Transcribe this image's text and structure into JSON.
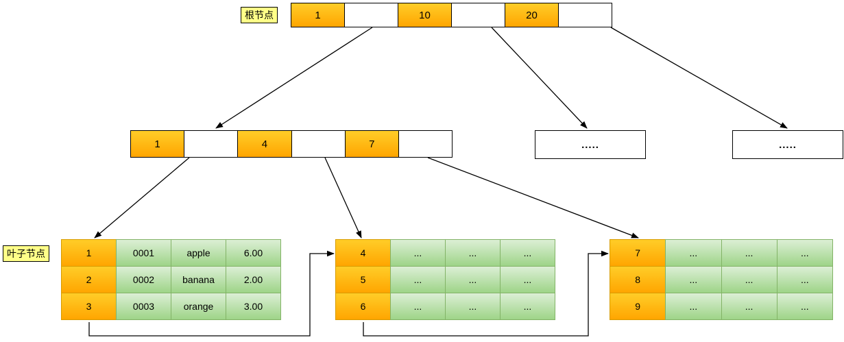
{
  "diagram": {
    "title_hint": "B+ tree index structure",
    "root_label": "根节点",
    "leaf_label": "叶子节点",
    "root_node": {
      "cells": [
        "1",
        "",
        "10",
        "",
        "20",
        ""
      ]
    },
    "internal_node": {
      "cells": [
        "1",
        "",
        "4",
        "",
        "7",
        ""
      ]
    },
    "collapsed_node_1": {
      "text": "....."
    },
    "collapsed_node_2": {
      "text": "....."
    },
    "leaf_tables": [
      {
        "rows": [
          [
            "1",
            "0001",
            "apple",
            "6.00"
          ],
          [
            "2",
            "0002",
            "banana",
            "2.00"
          ],
          [
            "3",
            "0003",
            "orange",
            "3.00"
          ]
        ]
      },
      {
        "rows": [
          [
            "4",
            "...",
            "...",
            "..."
          ],
          [
            "5",
            "...",
            "...",
            "..."
          ],
          [
            "6",
            "...",
            "...",
            "..."
          ]
        ]
      },
      {
        "rows": [
          [
            "7",
            "...",
            "...",
            "..."
          ],
          [
            "8",
            "...",
            "...",
            "..."
          ],
          [
            "9",
            "...",
            "...",
            "..."
          ]
        ]
      }
    ],
    "colors": {
      "key_cell_top": "#ffcd28",
      "key_cell_bottom": "#ffa500",
      "key_cell_stroke": "#d79b00",
      "value_cell_top": "#dcefd5",
      "value_cell_bottom": "#9ed488",
      "value_cell_stroke": "#82b366",
      "label_background": "#ffff88",
      "edge": "#000000"
    }
  }
}
